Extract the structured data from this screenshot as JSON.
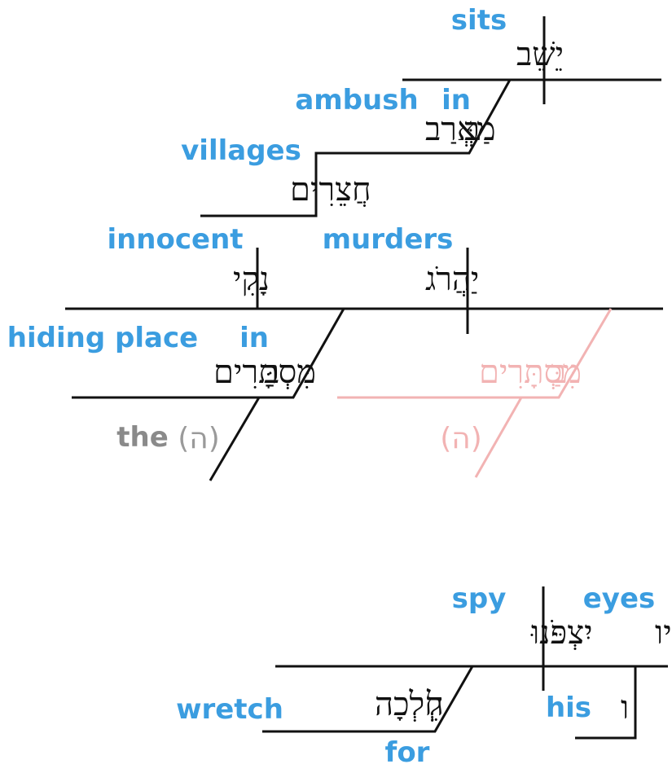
{
  "clause1": {
    "verb": {
      "hebrew": "יֵשֵׁב",
      "gloss": "sits"
    },
    "prep": {
      "hebrew": "בְּ",
      "gloss": "in"
    },
    "object": {
      "hebrew": "מַאְרַב",
      "gloss": "ambush"
    },
    "modifier": {
      "hebrew": "חֲצֵרִים",
      "gloss": "villages"
    }
  },
  "clause2": {
    "object": {
      "hebrew": "נָקִי",
      "gloss": "innocent"
    },
    "verb": {
      "hebrew": "יַהֲרֹג",
      "gloss": "murders"
    },
    "prep": {
      "hebrew": "בַּ",
      "gloss": "in"
    },
    "noun": {
      "hebrew": "מִּסְתָּרִים",
      "gloss": "hiding place"
    },
    "article": {
      "text": "(ה)",
      "gloss": "the"
    },
    "ghost": {
      "prep": "בַּ",
      "noun": "מִּסְתָּרִים",
      "article": "(ה)"
    }
  },
  "clause3": {
    "verb": {
      "hebrew": "יִצְפֹּנוּ",
      "gloss": "spy"
    },
    "subject": {
      "hebrew": "עֵינָיו",
      "gloss": "eyes"
    },
    "prep": {
      "hebrew": "לְ",
      "gloss": "for"
    },
    "object": {
      "hebrew": "חֵלְכָה",
      "gloss": "wretch"
    },
    "suffix": {
      "hebrew": "ו",
      "gloss": "his"
    }
  },
  "colors": {
    "gloss": "#3b9de0",
    "ghost": "#f2b3b3",
    "gray": "#8a8a8a",
    "line": "#111111"
  }
}
